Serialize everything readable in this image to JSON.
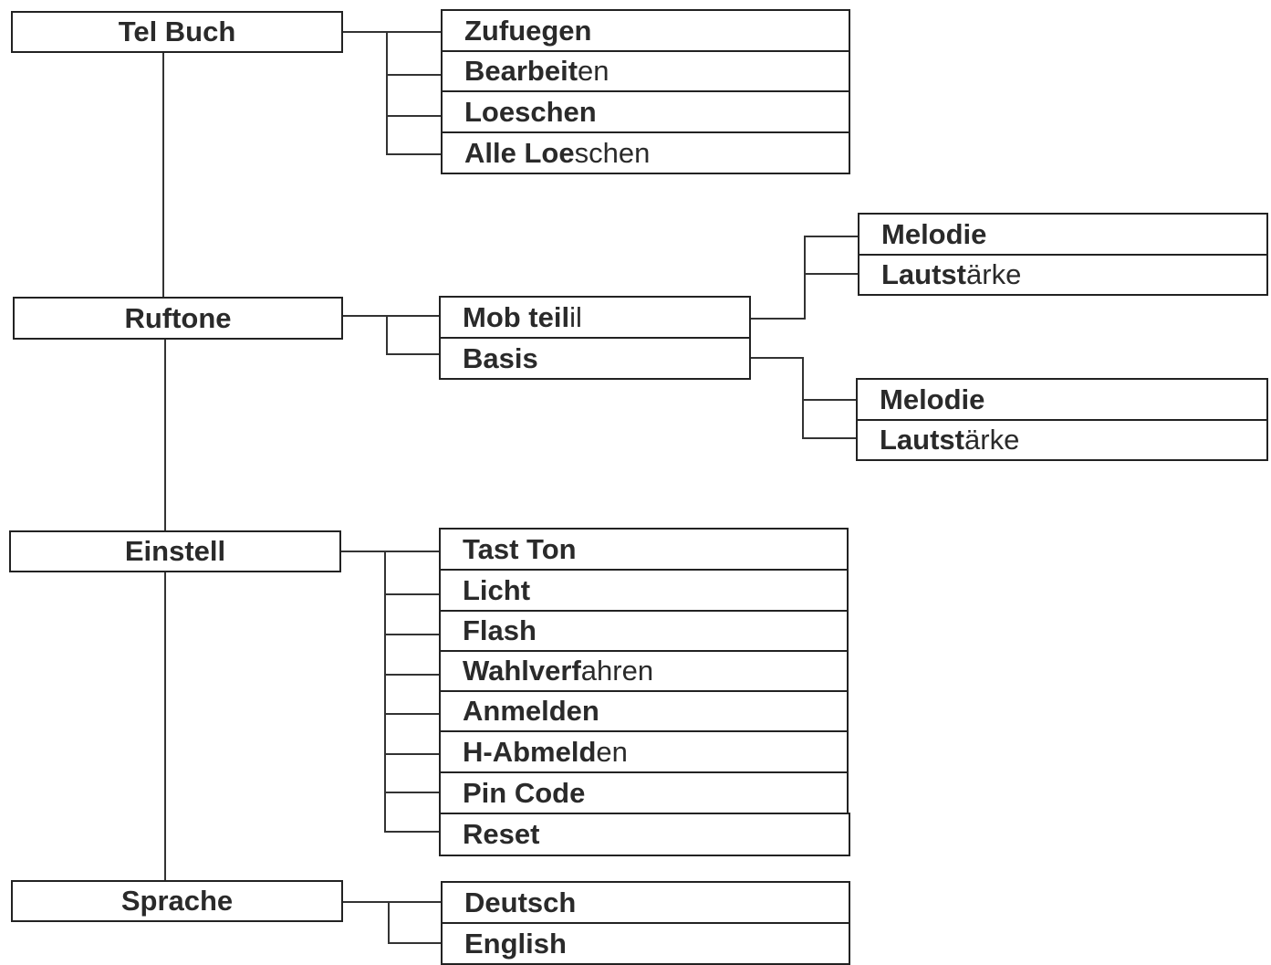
{
  "menu": {
    "tel_buch": {
      "label": "Tel Buch",
      "items": [
        {
          "label": "Zufuegen",
          "tail": ""
        },
        {
          "label": "Bearbeit",
          "tail": "en"
        },
        {
          "label": "Loeschen",
          "tail": ""
        },
        {
          "label": "Alle Loe",
          "tail": "schen"
        }
      ]
    },
    "ruftone": {
      "label": "Ruftone",
      "items": [
        {
          "label": "Mob teil",
          "tail": "il"
        },
        {
          "label": "Basis",
          "tail": ""
        }
      ],
      "mob_sub": [
        {
          "label": "Melodie",
          "tail": ""
        },
        {
          "label": "Lautst",
          "tail": "ärke"
        }
      ],
      "basis_sub": [
        {
          "label": "Melodie",
          "tail": ""
        },
        {
          "label": "Lautst",
          "tail": "ärke"
        }
      ]
    },
    "einstell": {
      "label": "Einstell",
      "items": [
        {
          "label": "Tast Ton",
          "tail": ""
        },
        {
          "label": "Licht",
          "tail": ""
        },
        {
          "label": "Flash",
          "tail": ""
        },
        {
          "label": "Wahlverf",
          "tail": "ahren"
        },
        {
          "label": "Anmelden",
          "tail": ""
        },
        {
          "label": "H-Abmeld",
          "tail": "en"
        },
        {
          "label": "Pin Code",
          "tail": ""
        },
        {
          "label": "Reset",
          "tail": ""
        }
      ]
    },
    "sprache": {
      "label": "Sprache",
      "items": [
        {
          "label": "Deutsch",
          "tail": ""
        },
        {
          "label": "English",
          "tail": ""
        }
      ]
    }
  }
}
